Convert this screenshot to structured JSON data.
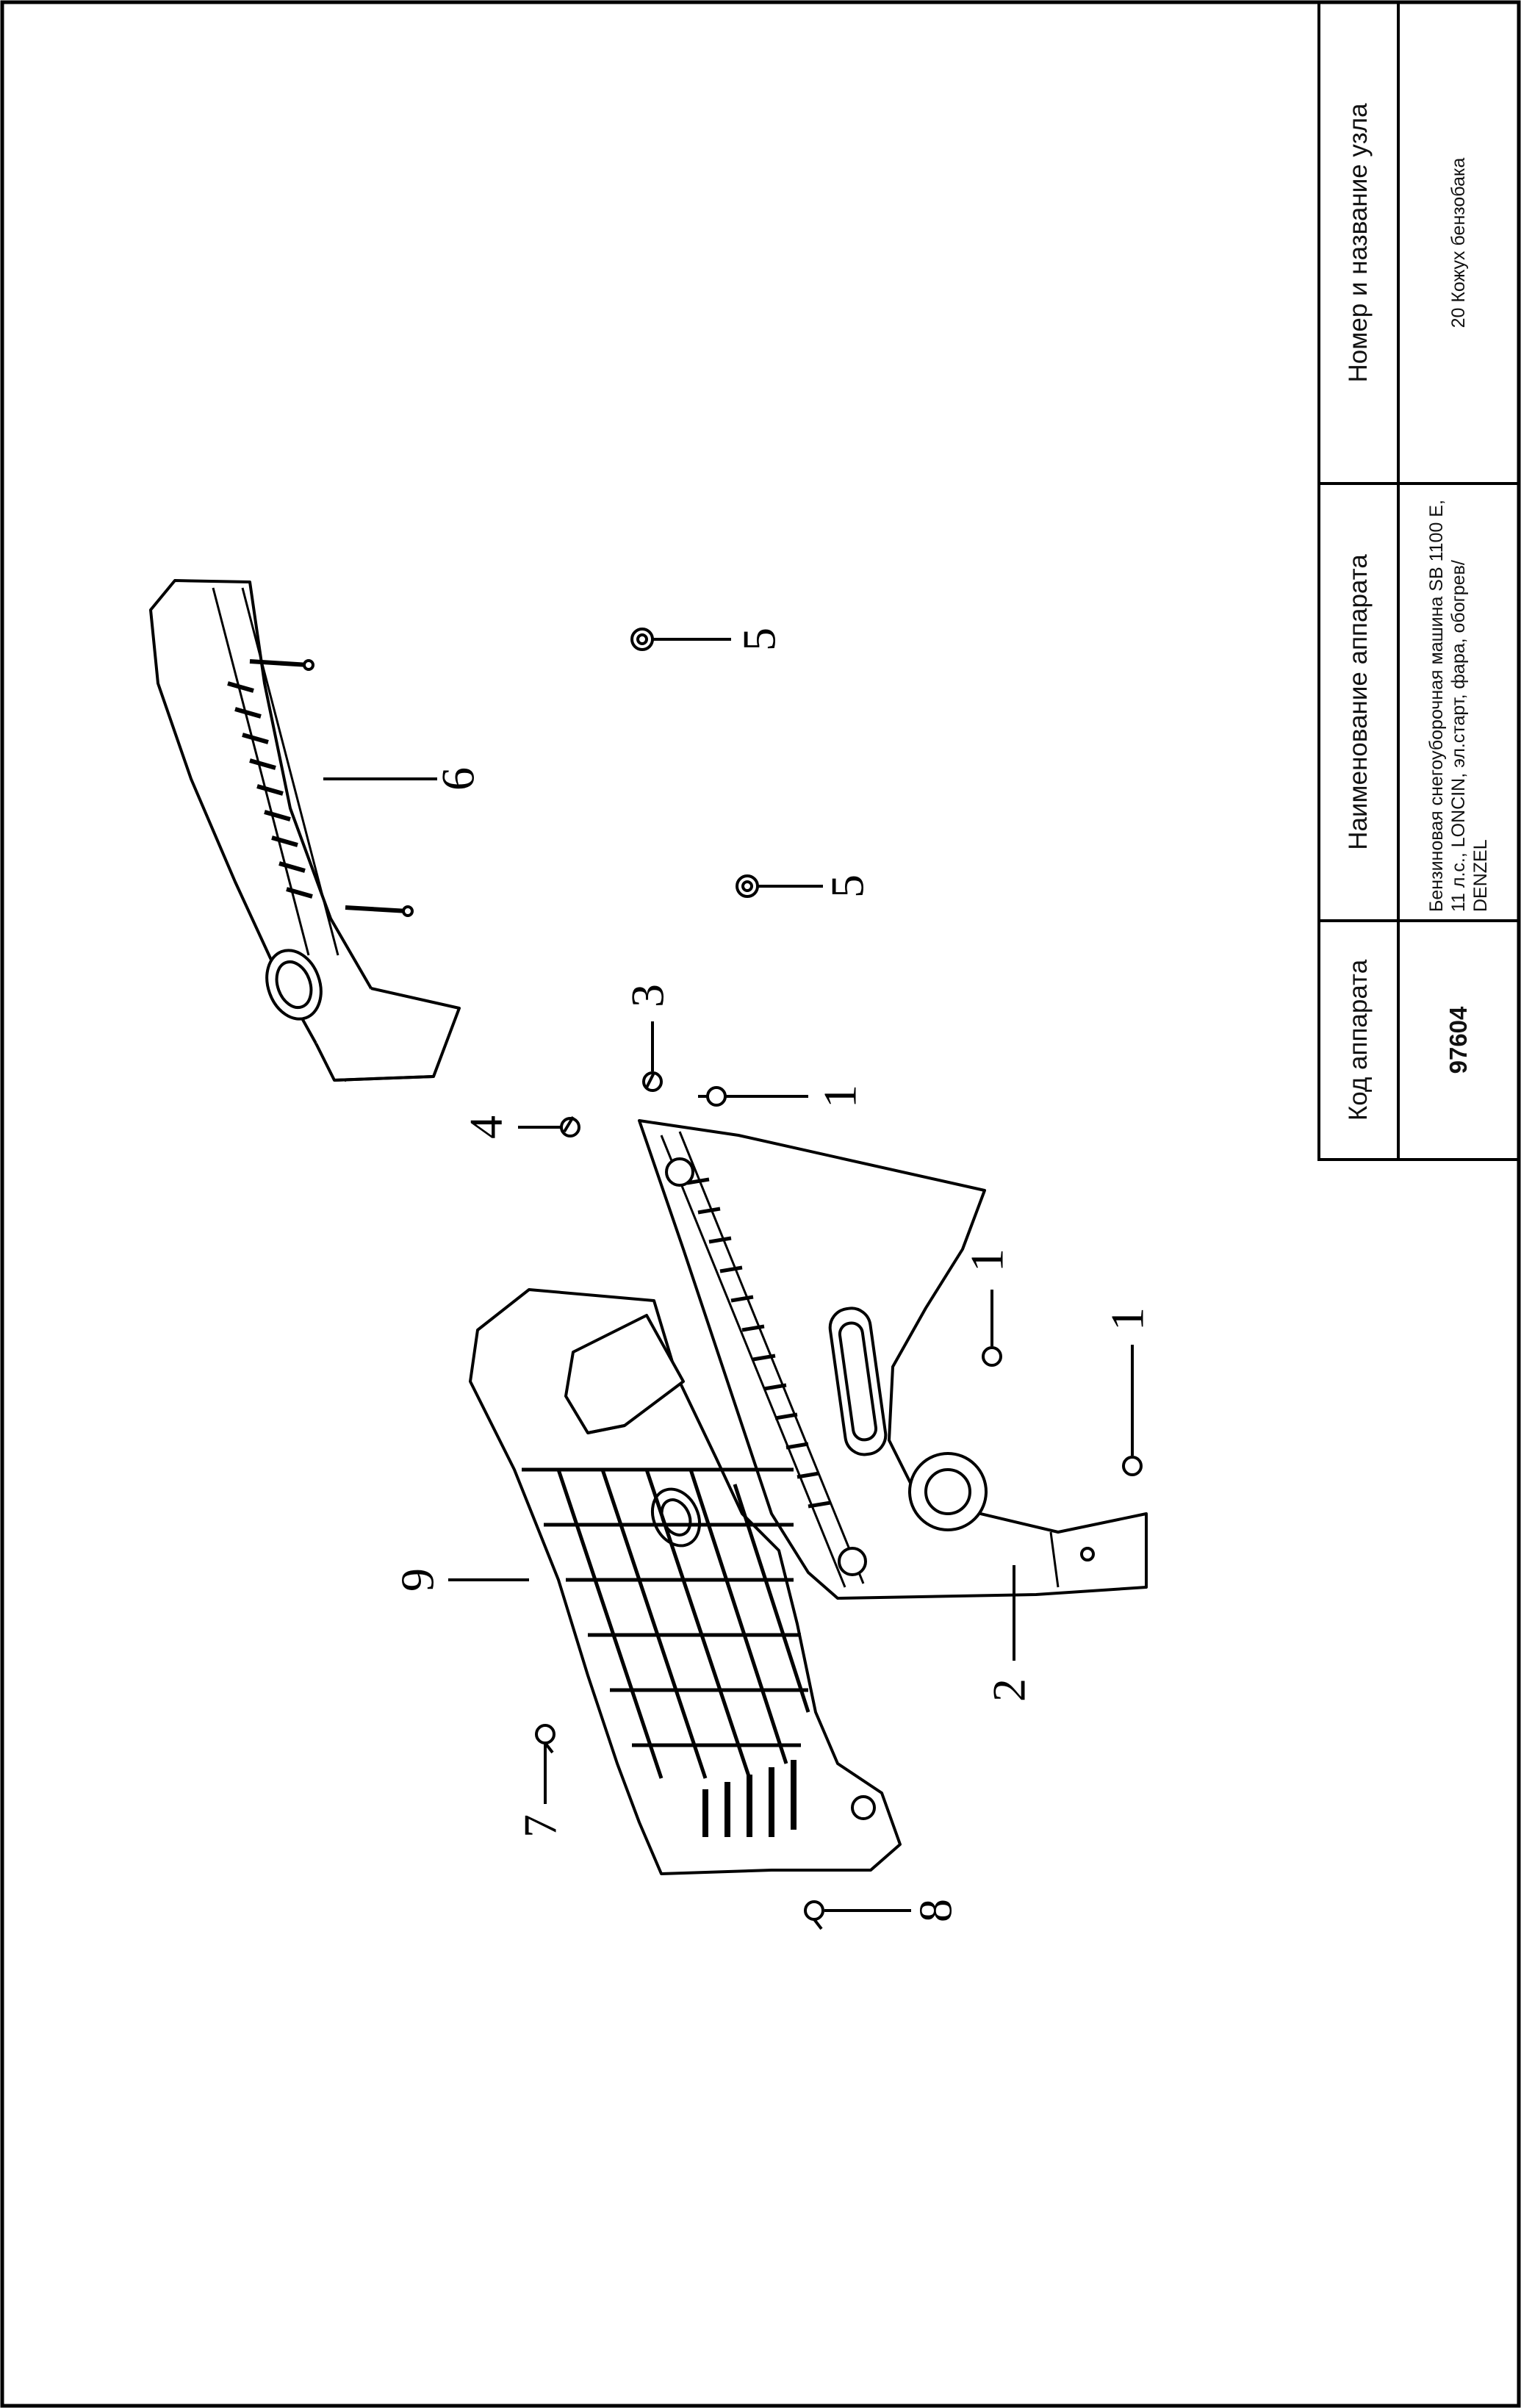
{
  "table": {
    "headers": {
      "code": "Код аппарата",
      "model": "Наименование аппарата",
      "unit": "Номер и название узла"
    },
    "values": {
      "code": "97604",
      "model": "Бензиновая снегоуборочная машина  SB 1100 E, 11 л.с., LONCIN, эл.старт, фара, обогрев/ DENZEL",
      "unit": "20 Кожух бензобака"
    }
  },
  "diagram": {
    "callouts": [
      "1",
      "1",
      "1",
      "2",
      "3",
      "4",
      "5",
      "5",
      "6",
      "7",
      "8",
      "9"
    ]
  },
  "colors": {
    "ink": "#000000",
    "paper": "#ffffff"
  }
}
